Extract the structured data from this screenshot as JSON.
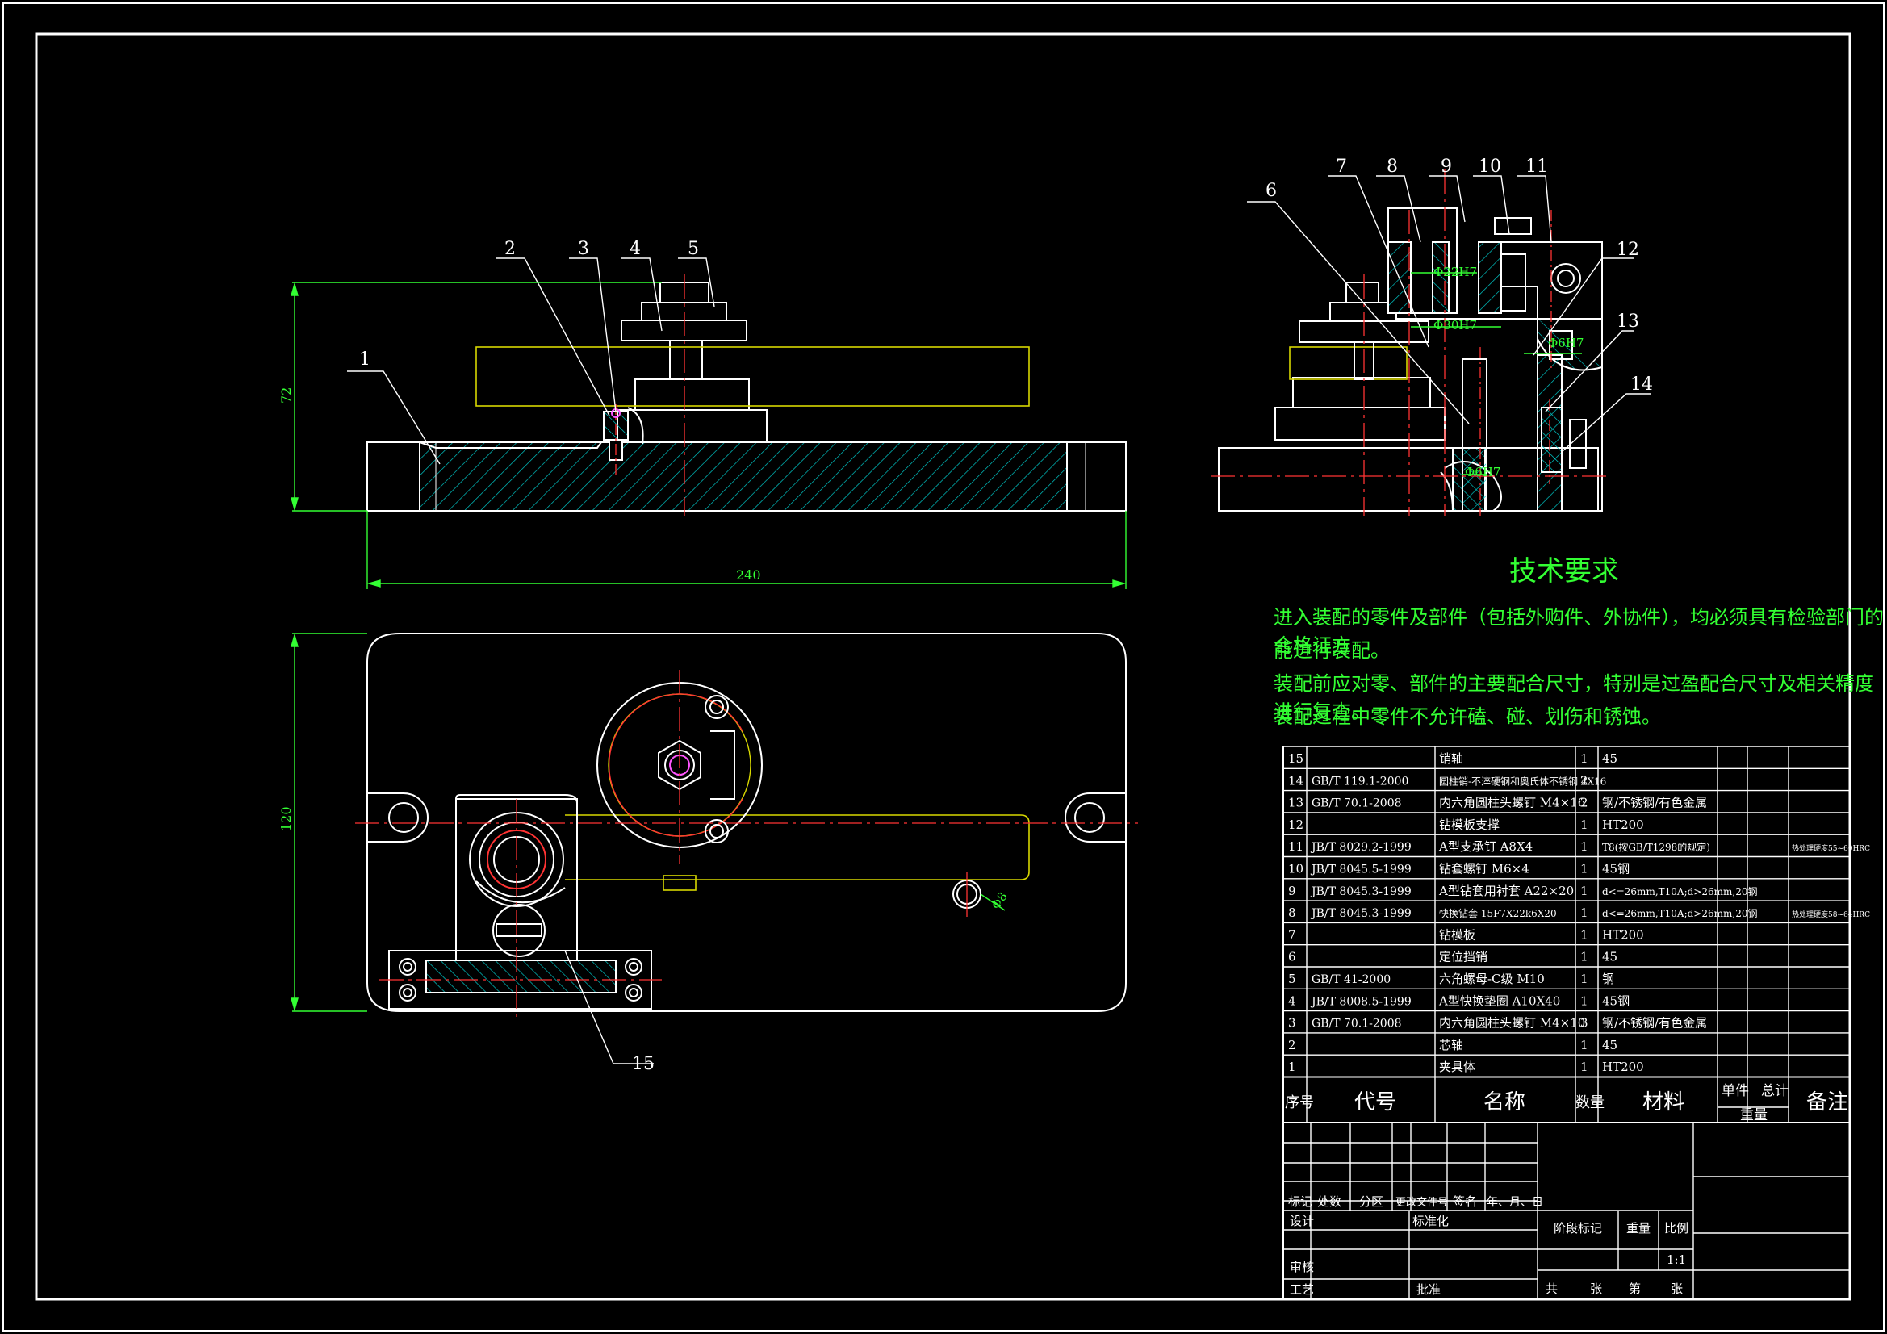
{
  "technical_requirements": {
    "title": "技术要求",
    "lines": [
      "进入装配的零件及部件（包括外购件、外协件），均必须具有检验部门的合格证方",
      "能进行装配。",
      "装配前应对零、部件的主要配合尺寸，特别是过盈配合尺寸及相关精度进行复查。",
      "装配过程中零件不允许磕、碰、划伤和锈蚀。"
    ]
  },
  "dimensions": {
    "height": "72",
    "length": "240",
    "width": "120",
    "hole_d8": "Φ8",
    "bore_22": "Φ22H7",
    "bore_30": "Φ30H7",
    "pin_6": "Φ6H7",
    "pin_6b": "Φ6H7"
  },
  "balloons": [
    "1",
    "2",
    "3",
    "4",
    "5",
    "6",
    "7",
    "8",
    "9",
    "10",
    "11",
    "12",
    "13",
    "14",
    "15"
  ],
  "bom": {
    "header": {
      "seq": "序号",
      "code": "代号",
      "name": "名称",
      "qty": "数量",
      "material": "材料",
      "unit": "单件",
      "total": "总计",
      "weight": "重量",
      "remark": "备注"
    },
    "rows": [
      {
        "seq": "15",
        "code": "",
        "name": "销轴",
        "qty": "1",
        "material": "45",
        "remark": ""
      },
      {
        "seq": "14",
        "code": "GB/T 119.1-2000",
        "name": "圆柱销-不淬硬钢和奥氏体不锈钢 4X16",
        "qty": "2",
        "material": "",
        "remark": ""
      },
      {
        "seq": "13",
        "code": "GB/T 70.1-2008",
        "name": "内六角圆柱头螺钉 M4×16",
        "qty": "2",
        "material": "钢/不锈钢/有色金属",
        "remark": ""
      },
      {
        "seq": "12",
        "code": "",
        "name": "钻模板支撑",
        "qty": "1",
        "material": "HT200",
        "remark": ""
      },
      {
        "seq": "11",
        "code": "JB/T 8029.2-1999",
        "name": "A型支承钉 A8X4",
        "qty": "1",
        "material": "T8(按GB/T1298的规定)",
        "remark": "热处理硬度55~60HRC"
      },
      {
        "seq": "10",
        "code": "JB/T 8045.5-1999",
        "name": "钻套螺钉 M6×4",
        "qty": "1",
        "material": "45钢",
        "remark": ""
      },
      {
        "seq": "9",
        "code": "JB/T 8045.3-1999",
        "name": "A型钻套用衬套 A22×20",
        "qty": "1",
        "material": "d<=26mm,T10A;d>26mm,20钢",
        "remark": ""
      },
      {
        "seq": "8",
        "code": "JB/T 8045.3-1999",
        "name": "快换钻套 15F7X22k6X20",
        "qty": "1",
        "material": "d<=26mm,T10A;d>26mm,20钢",
        "remark": "热处理硬度58~64HRC"
      },
      {
        "seq": "7",
        "code": "",
        "name": "钻模板",
        "qty": "1",
        "material": "HT200",
        "remark": ""
      },
      {
        "seq": "6",
        "code": "",
        "name": "定位挡销",
        "qty": "1",
        "material": "45",
        "remark": ""
      },
      {
        "seq": "5",
        "code": "GB/T 41-2000",
        "name": "六角螺母-C级 M10",
        "qty": "1",
        "material": "钢",
        "remark": ""
      },
      {
        "seq": "4",
        "code": "JB/T 8008.5-1999",
        "name": "A型快换垫圈 A10X40",
        "qty": "1",
        "material": "45钢",
        "remark": ""
      },
      {
        "seq": "3",
        "code": "GB/T 70.1-2008",
        "name": "内六角圆柱头螺钉 M4×10",
        "qty": "3",
        "material": "钢/不锈钢/有色金属",
        "remark": ""
      },
      {
        "seq": "2",
        "code": "",
        "name": "芯轴",
        "qty": "1",
        "material": "45",
        "remark": ""
      },
      {
        "seq": "1",
        "code": "",
        "name": "夹具体",
        "qty": "1",
        "material": "HT200",
        "remark": ""
      }
    ]
  },
  "title_block": {
    "mark": "标记",
    "count": "处数",
    "zone": "分区",
    "change_doc": "更改文件号",
    "signature": "签名",
    "date": "年、月、日",
    "design": "设计",
    "standardize": "标准化",
    "review": "审核",
    "process": "工艺",
    "approve": "批准",
    "stage": "阶段标记",
    "weight": "重量",
    "scale": "比例",
    "scale_value": "1:1",
    "total_sheets": "共",
    "sheets": "张",
    "sheet_no": "第",
    "sheet_no_unit": "张"
  },
  "colors": {
    "background": "#000000",
    "outline": "#ffffff",
    "hatch": "#00c8c8",
    "dimension": "#33ff33",
    "centerline": "#ff3333",
    "phantom": "#d8d800",
    "text": "#ffffff",
    "accent_pink": "#ff55ff"
  }
}
